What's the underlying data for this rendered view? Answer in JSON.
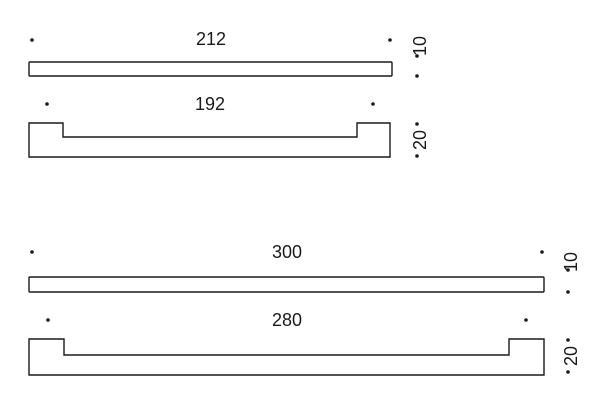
{
  "drawing": {
    "colors": {
      "line": "#1a1a1a",
      "background": "#ffffff"
    },
    "upper_set": {
      "top_bar": {
        "length_label": "212",
        "thickness_label": "10"
      },
      "handle": {
        "length_label": "192",
        "height_label": "20"
      }
    },
    "lower_set": {
      "top_bar": {
        "length_label": "300",
        "thickness_label": "10"
      },
      "handle": {
        "length_label": "280",
        "height_label": "20"
      }
    }
  }
}
